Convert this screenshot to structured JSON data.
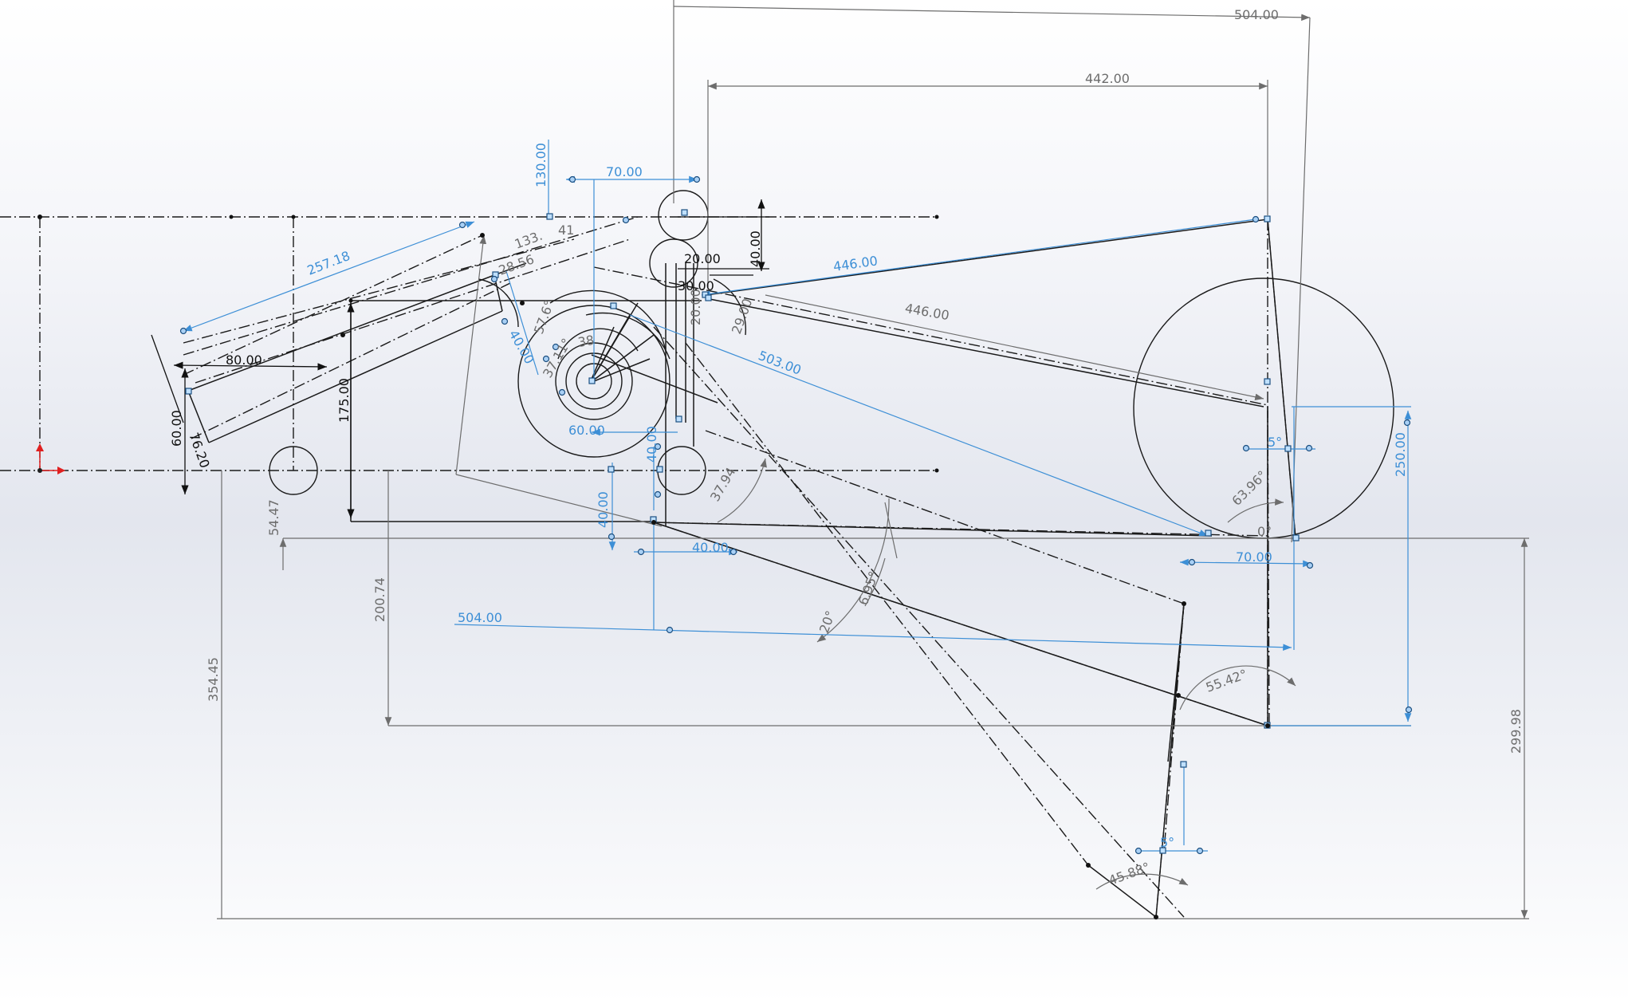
{
  "app": "CAD sketch (SolidWorks-style)",
  "colors": {
    "geometry": "#1a1a1a",
    "driven_dimension": "#6d6d6d",
    "driving_dimension": "#3d8fd6",
    "origin_axis": "#e02020",
    "endpoint_fill": "#bfe0ff",
    "endpoint_stroke": "#1c4f80"
  },
  "icons": {
    "origin": "origin-icon"
  },
  "dimensions": {
    "d_504_top": "504.00",
    "d_442": "442.00",
    "d_130": "130.00",
    "d_70_top": "70.00",
    "d_257": "257.18",
    "d_80": "80.00",
    "d_175": "175.00",
    "d_60": "60.00",
    "d_76_20": "76.20",
    "d_54_47": "54.47",
    "d_200_74": "200.74",
    "d_354_45": "354.45",
    "d_20_top": "20.00",
    "d_30": "30.00",
    "d_40_right": "40.00",
    "d_446_blue": "446.00",
    "d_446_grey": "446.00",
    "d_503": "503.00",
    "d_60_mid": "60.00",
    "d_40_mid": "40.00",
    "d_40_low": "40.00",
    "d_40_bottom": "40.00",
    "d_504_left": "504.00",
    "d_250": "250.00",
    "d_70_right": "70.00",
    "d_299_98": "299.98",
    "a_5_upper": "5°",
    "a_63_96": "63.96°",
    "a_0": "0°",
    "a_20": "20°",
    "a_6_95": "6.95°",
    "a_55_42": "55.42°",
    "a_5_lower": "5°",
    "a_45_88": "45.88°",
    "a_37_94": "37.94",
    "a_57_6": "57.6°",
    "a_133": "133.",
    "a_41": "41",
    "a_28_56": "28.56",
    "d_29_00": "29.00",
    "d_20_vert": "20.00",
    "a_37_11": "37.11°",
    "a_38": "38"
  }
}
